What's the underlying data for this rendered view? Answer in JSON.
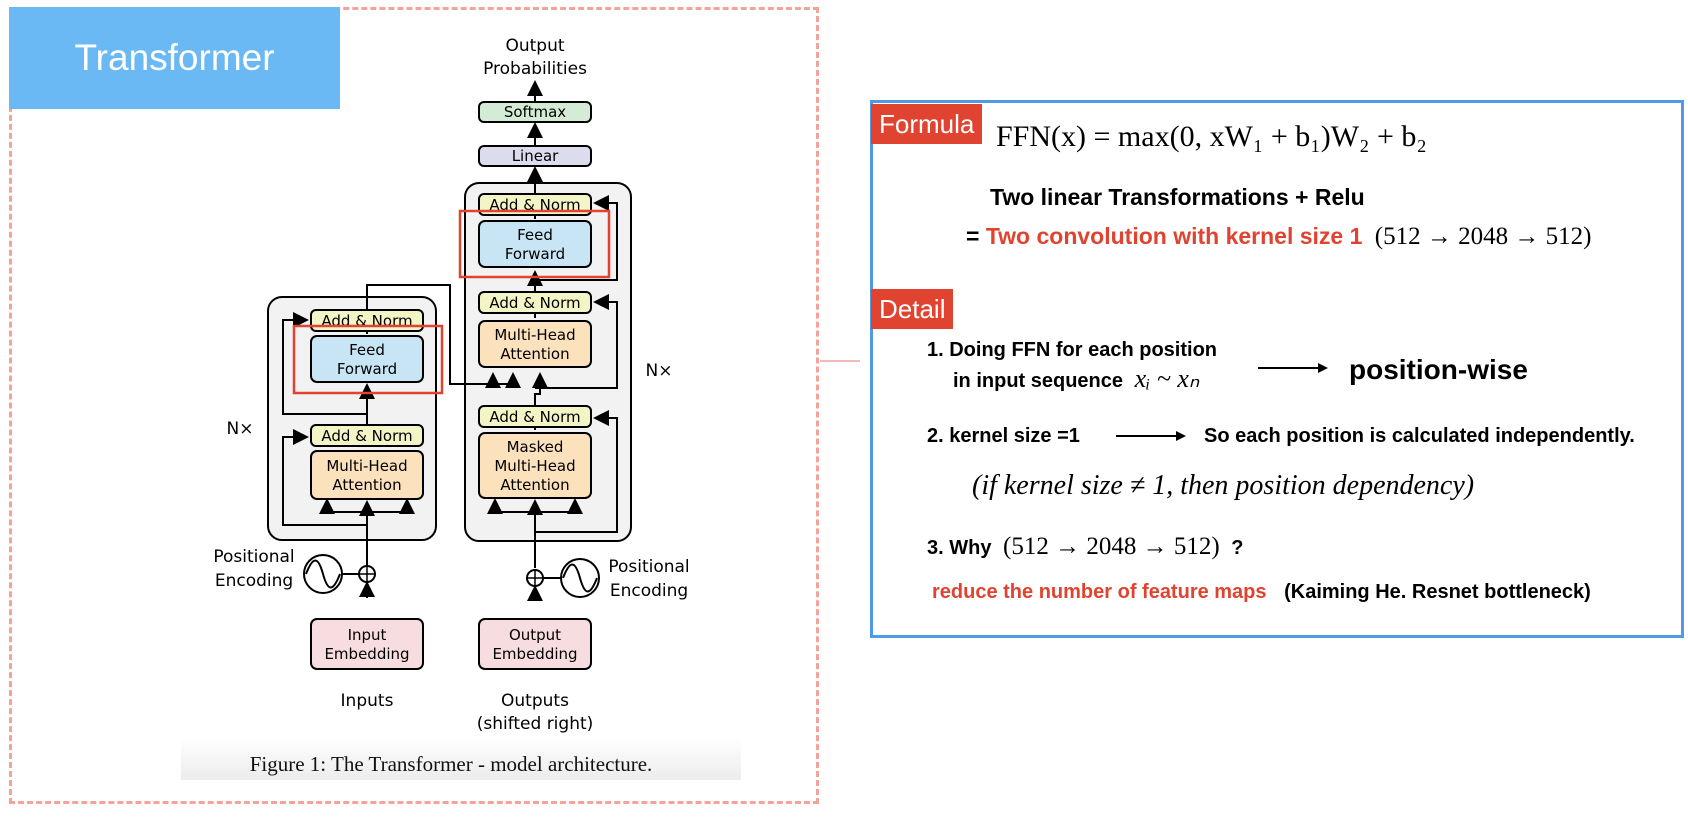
{
  "slide": {
    "title": "Transformer",
    "figure_caption": "Figure 1: The Transformer - model architecture."
  },
  "diagram": {
    "output_probabilities": [
      "Output",
      "Probabilities"
    ],
    "softmax": "Softmax",
    "linear": "Linear",
    "add_norm": "Add & Norm",
    "feed_forward": [
      "Feed",
      "Forward"
    ],
    "multi_head_attention": [
      "Multi-Head",
      "Attention"
    ],
    "masked_multi_head_attention": [
      "Masked",
      "Multi-Head",
      "Attention"
    ],
    "nx": "N×",
    "positional_encoding": [
      "Positional",
      "Encoding"
    ],
    "input_embedding": [
      "Input",
      "Embedding"
    ],
    "output_embedding": [
      "Output",
      "Embedding"
    ],
    "inputs": "Inputs",
    "outputs": [
      "Outputs",
      "(shifted right)"
    ],
    "colors": {
      "softmax_fill": "#d4ecd5",
      "linear_fill": "#dcdcef",
      "add_norm_fill": "#f3f5c6",
      "feed_forward_fill": "#c7e5f4",
      "attention_fill": "#fce1bd",
      "embedding_fill": "#f8dde0",
      "stack_fill": "#f2f2f2",
      "highlight": "#e0432f"
    }
  },
  "formula_panel": {
    "formula_tag": "Formula",
    "ffn_equation": "FFN(x) = max(0, xW₁ + b₁)W₂ + b₂",
    "line1": "Two linear Transformations + Relu",
    "line2_prefix": "=",
    "line2_red": "Two convolution with kernel size 1",
    "line2_math": "(512 → 2048 → 512)",
    "detail_tag": "Detail",
    "item1_line1": "1. Doing FFN for each position",
    "item1_line2": "in input sequence",
    "item1_math": "xᵢ ~ xₙ",
    "item1_result": "position-wise",
    "item2_text": "2. kernel size =1",
    "item2_result": "So each position is calculated independently.",
    "item2_note": "(if kernel size ≠ 1, then position dependency)",
    "item3_label": "3. Why",
    "item3_math": "(512 → 2048 → 512)",
    "item3_q": "?",
    "answer_red": "reduce the number of feature maps",
    "answer_black": "(Kaiming He. Resnet bottleneck)",
    "colors": {
      "accent": "#e0432f",
      "border": "#4e9ae9"
    }
  }
}
